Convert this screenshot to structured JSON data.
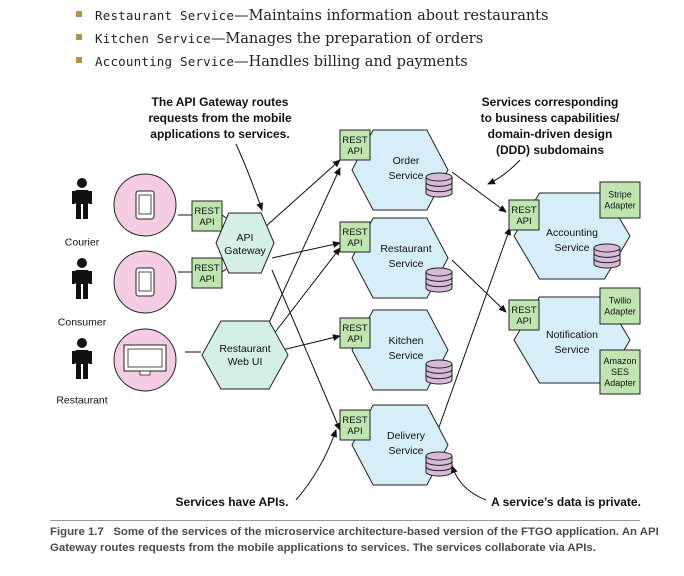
{
  "bullets": [
    {
      "code": "Restaurant Service",
      "text": "—Maintains information about restaurants"
    },
    {
      "code": "Kitchen Service",
      "text": "—Manages the preparation of orders"
    },
    {
      "code": "Accounting Service",
      "text": "—Handles billing and payments"
    }
  ],
  "clients": [
    {
      "label": "Courier"
    },
    {
      "label": "Consumer"
    },
    {
      "label": "Restaurant"
    }
  ],
  "rest_api": [
    "REST",
    "API"
  ],
  "api_gateway": [
    "API",
    "Gateway"
  ],
  "web_ui": [
    "Restaurant",
    "Web UI"
  ],
  "services": [
    {
      "lines": [
        "Order",
        "Service"
      ]
    },
    {
      "lines": [
        "Restaurant",
        "Service"
      ]
    },
    {
      "lines": [
        "Kitchen",
        "Service"
      ]
    },
    {
      "lines": [
        "Delivery",
        "Service"
      ]
    },
    {
      "lines": [
        "Accounting",
        "Service"
      ]
    },
    {
      "lines": [
        "Notification",
        "Service"
      ]
    }
  ],
  "adapters": [
    {
      "lines": [
        "Stripe",
        "Adapter"
      ]
    },
    {
      "lines": [
        "Twilio",
        "Adapter"
      ]
    },
    {
      "lines": [
        "Amazon",
        "SES",
        "Adapter"
      ]
    }
  ],
  "annotations": {
    "gateway_note": [
      "The API Gateway routes",
      "requests from the mobile",
      "applications to services."
    ],
    "services_note": [
      "Services corresponding",
      "to business capabilities/",
      "domain-driven design",
      "(DDD) subdomains"
    ],
    "apis_note": [
      "Services have APIs."
    ],
    "private_note": [
      "A service’s data is private."
    ]
  },
  "caption": {
    "figure": "Figure 1.7",
    "text": "Some of the services of the microservice architecture-based version of the FTGO application. An API Gateway routes requests from the mobile applications to services. The services collaborate via APIs."
  },
  "colors": {
    "hexagon_fill": "#d6eef7",
    "gateway_fill": "#d4efe6",
    "rest_fill": "#bfe6b0",
    "client_circle": "#f4cde5",
    "db_fill": "#d8b9d8",
    "adapter_fill": "#bfe6b0",
    "bullet": "#b39447"
  }
}
